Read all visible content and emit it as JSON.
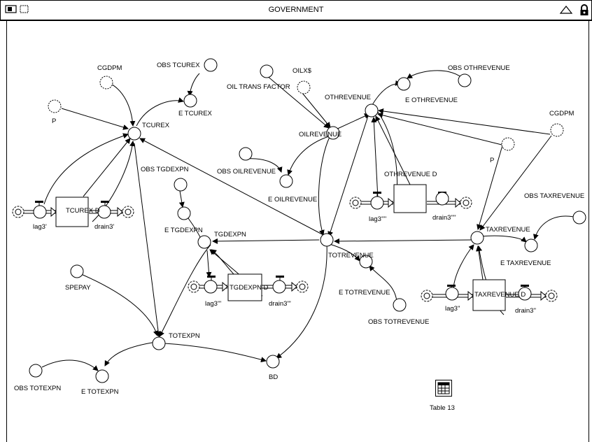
{
  "window": {
    "title": "GOVERNMENT"
  },
  "toolbar": {
    "map_icon": "map-view-icon",
    "model_icon": "model-view-icon",
    "up_icon": "triangle-up-icon",
    "lock_icon": "lock-icon"
  },
  "labels": {
    "cgdpm_left": "CGDPM",
    "obs_tcurex": "OBS TCUREX",
    "e_tcurex": "E TCUREX",
    "p_left": "P",
    "tcurex": "TCUREX",
    "obs_tgdexpn": "OBS TGDEXPN",
    "tcurex_d": "TCUREX D",
    "lag3_1": "lag3'",
    "drain3_1": "drain3'",
    "e_tgdexpn": "E TGDEXPN",
    "tgdexpn": "TGDEXPN",
    "tgdexpn_d": "TGDEXPN D",
    "lag3_3": "lag3'''",
    "drain3_3": "drain3'''",
    "spepay": "SPEPAY",
    "totexpn": "TOTEXPN",
    "obs_totexpn": "OBS TOTEXPN",
    "e_totexpn": "E TOTEXPN",
    "bd": "BD",
    "oil_trans_factor": "OIL TRANS FACTOR",
    "oilx": "OILX$",
    "othrevenue": "OTHREVENUE",
    "obs_othrevenue": "OBS OTHREVENUE",
    "e_othrevenue": "E OTHREVENUE",
    "oilrevenue": "OILREVENUE",
    "obs_oilrevenue": "OBS OILREVENUE",
    "e_oilrevenue": "E OILREVENUE",
    "othrevenue_d": "OTHREVENUE D",
    "lag3_4": "lag3''''",
    "drain3_4": "drain3''''",
    "cgdpm_right": "CGDPM",
    "p_right": "P",
    "obs_taxrevenue": "OBS TAXREVENUE",
    "taxrevenue": "TAXREVENUE",
    "e_taxrevenue": "E TAXREVENUE",
    "totrevenue": "TOTREVENUE",
    "e_totrevenue": "E TOTREVENUE",
    "obs_totrevenue": "OBS TOTREVENUE",
    "taxrevenue_d": "TAXREVENUE D",
    "lag3_2": "lag3''",
    "drain3_2": "drain3''",
    "table": "Table 13"
  }
}
